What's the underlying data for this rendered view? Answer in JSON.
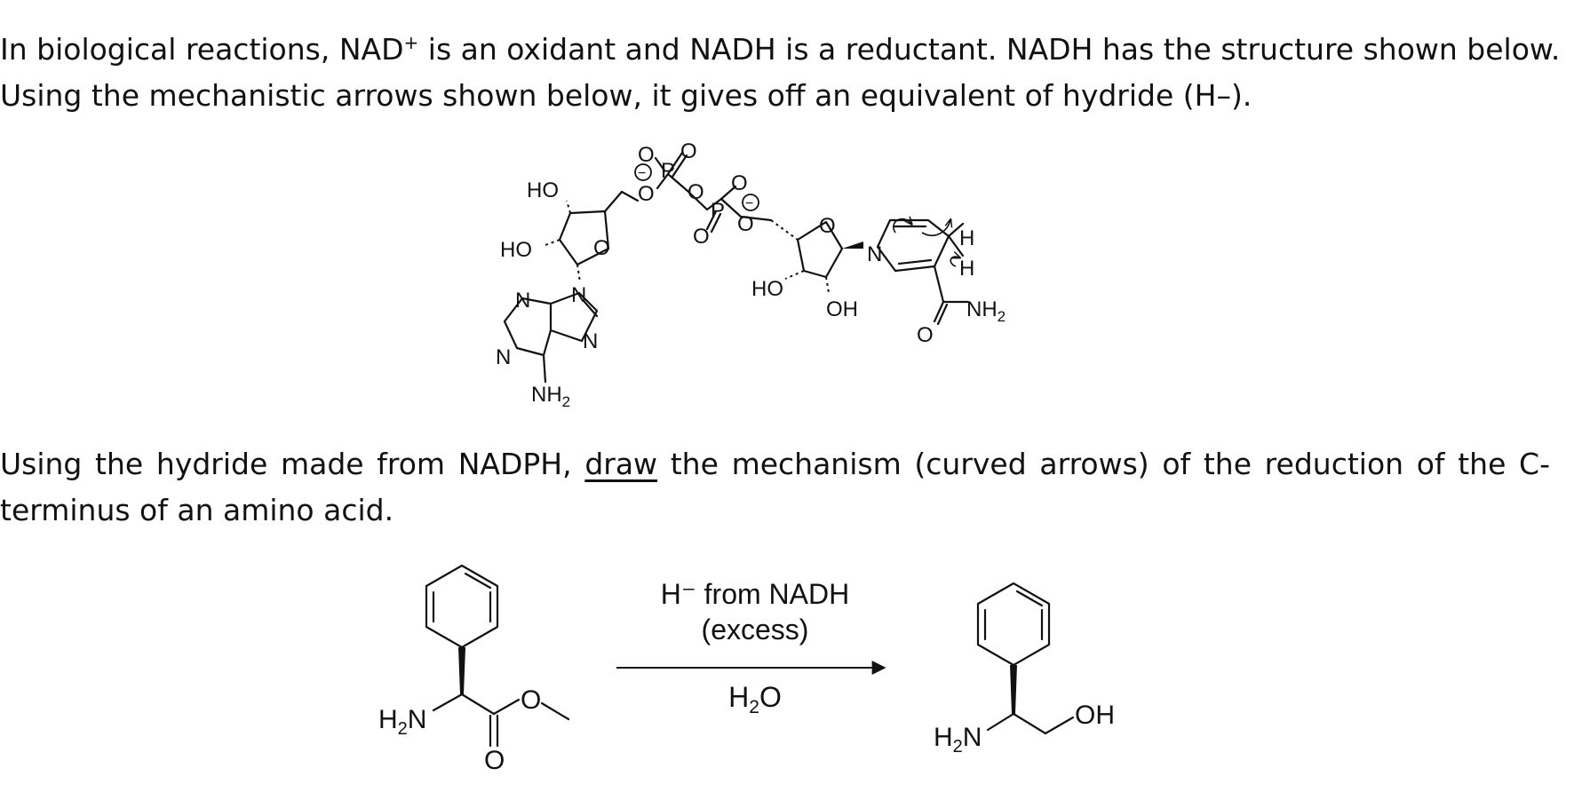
{
  "intro": {
    "line1_a": "In biological reactions, NAD",
    "line1_sup": "+",
    "line1_b": " is an oxidant and NADH is a reductant. NADH has the structure shown below.",
    "line2": "Using the mechanistic arrows shown below, it gives off an equivalent of hydride (H–)."
  },
  "question": {
    "text_a": "Using the hydride made from NADPH, ",
    "underlined": "draw",
    "text_b": " the mechanism (curved arrows) of the reduction of the C-terminus of an amino acid."
  },
  "nadh_labels": {
    "ho_top": "HO",
    "ho_left": "HO",
    "o_ring1": "O",
    "n_a": "N",
    "n_b": "N",
    "n_c": "N",
    "n_d": "N",
    "nh2_adenine": "NH",
    "o1": "O",
    "o2": "O",
    "o3": "O",
    "p1": "P",
    "o4": "O",
    "o5": "O",
    "o6": "O",
    "p2": "P",
    "o7": "O",
    "minus1": "−",
    "minus2": "−",
    "o_ring2": "O",
    "ho_right": "HO",
    "oh_right": "OH",
    "n_pyr": "N",
    "h1": "H",
    "h2": "H",
    "o_amide": "O",
    "nh2_amide": "NH",
    "sub2": "2"
  },
  "reaction": {
    "reagent_line1": "H⁻ from NADH",
    "reagent_line2": "(excess)",
    "reagent_below": "H",
    "reagent_below_sub": "2",
    "reagent_below_end": "O",
    "reactant_amine": "H",
    "reactant_amine_sub": "2",
    "reactant_amine_end": "N",
    "reactant_carbonyl_o": "O",
    "reactant_ester_o": "O",
    "product_amine": "H",
    "product_amine_sub": "2",
    "product_amine_end": "N",
    "product_oh": "OH"
  }
}
